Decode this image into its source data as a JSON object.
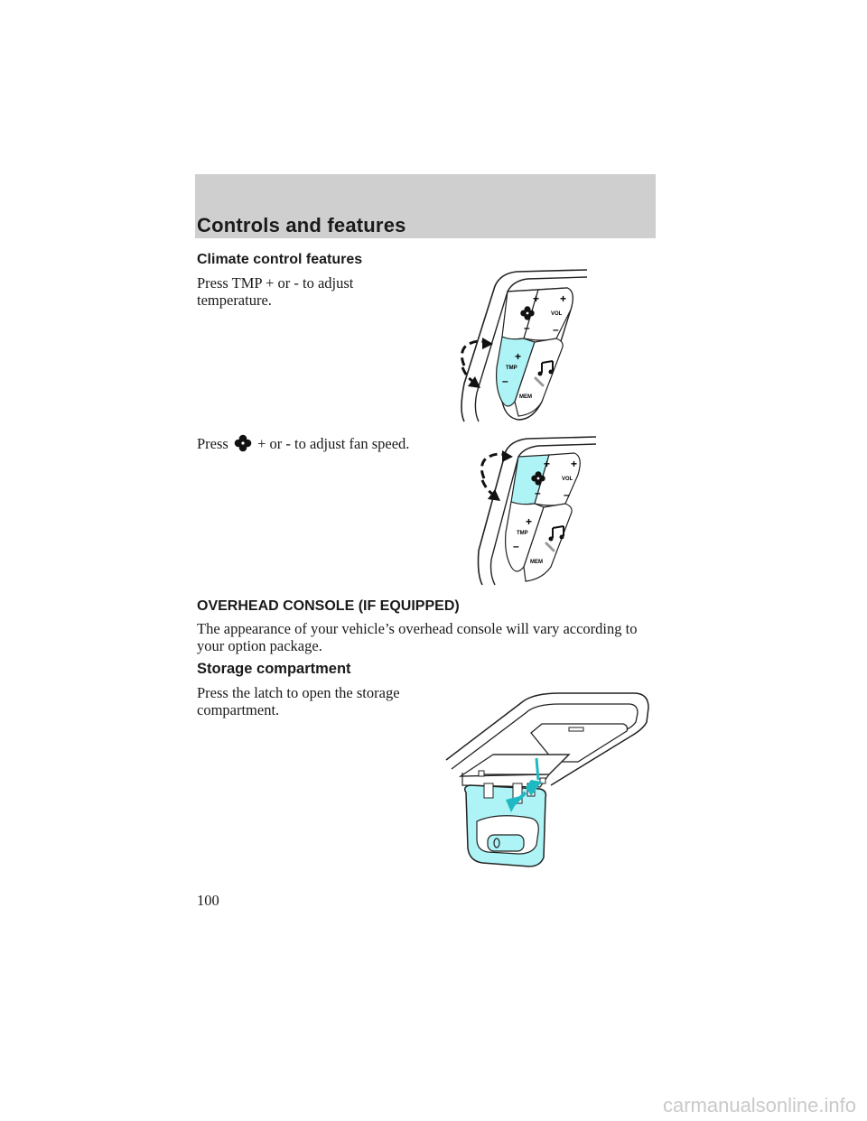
{
  "header": {
    "title": "Controls and features"
  },
  "climate": {
    "heading": "Climate control features",
    "tmp_text": "Press TMP + or - to adjust temperature.",
    "fan_text_before": "Press",
    "fan_text_after": "+ or - to adjust fan speed."
  },
  "wheel_labels": {
    "plus": "+",
    "minus": "–",
    "vol": "VOL",
    "tmp": "TMP",
    "mem": "MEM"
  },
  "overhead": {
    "heading": "OVERHEAD CONSOLE (IF EQUIPPED)",
    "text": "The appearance of your vehicle’s overhead console will vary according to your option package."
  },
  "storage": {
    "heading": "Storage compartment",
    "text": "Press the latch to open the storage compartment."
  },
  "highlight_color": "#aef3f6",
  "page_number": "100",
  "watermark": "carmanualsonline.info"
}
